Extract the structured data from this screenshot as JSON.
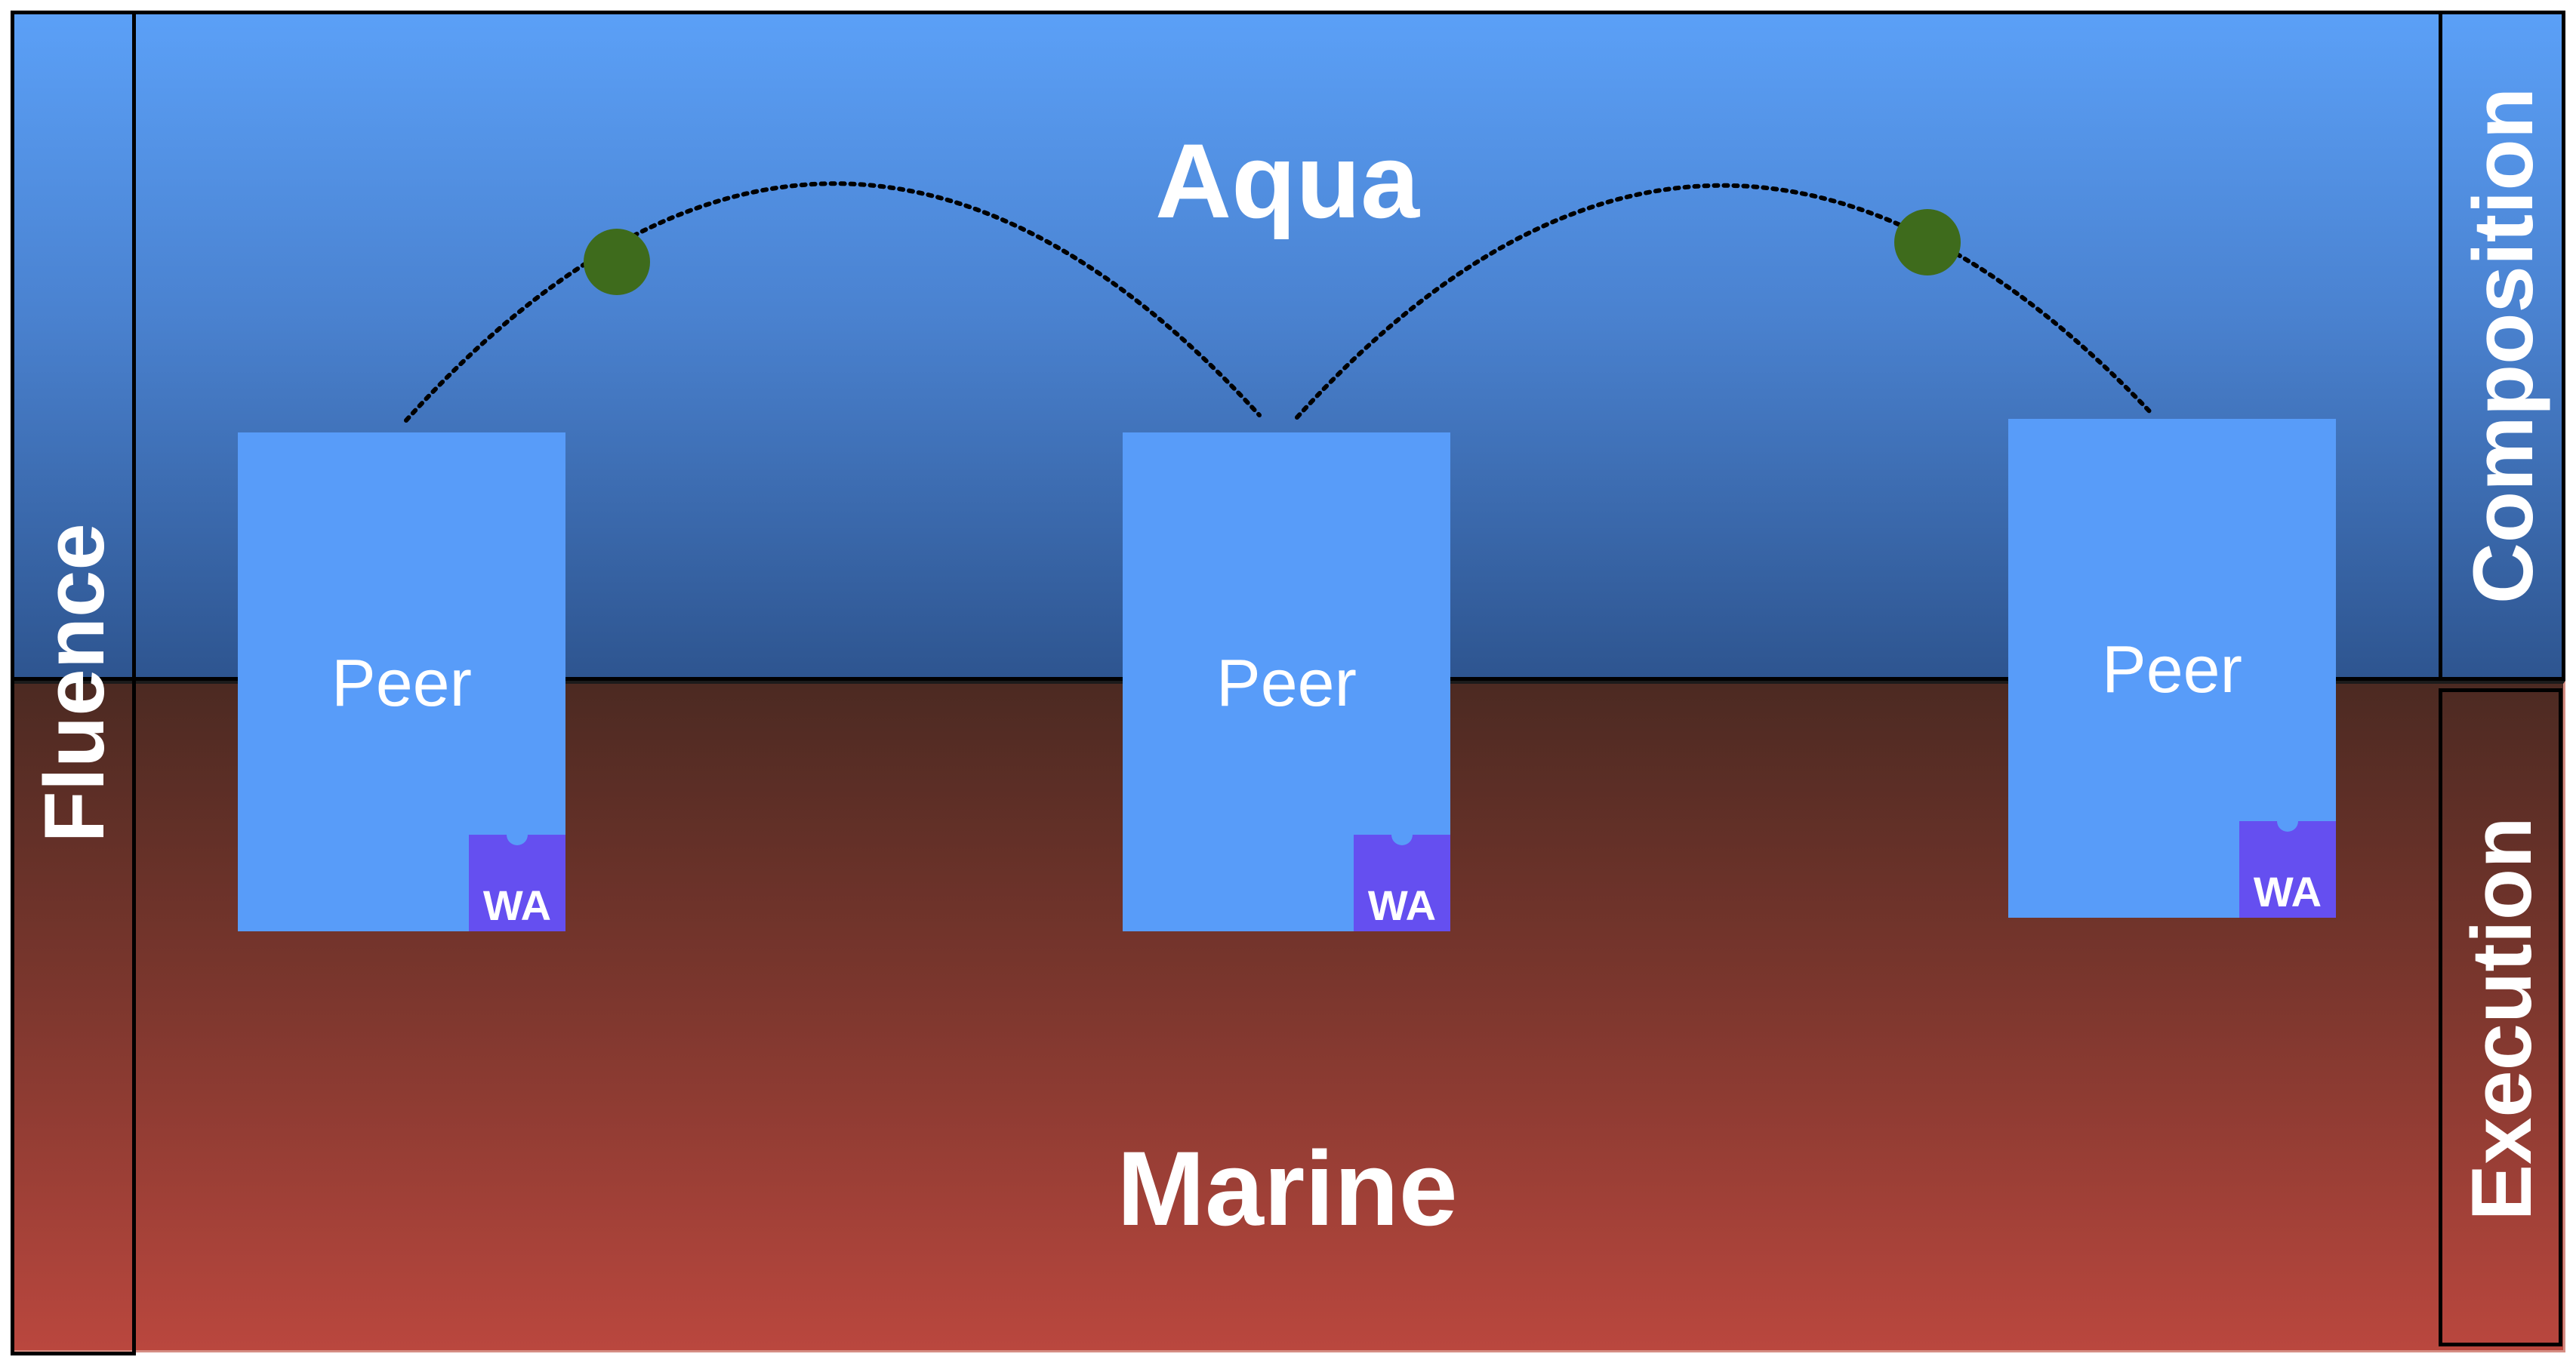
{
  "diagram": {
    "fluence_label": "Fluence",
    "composition_label": "Composition",
    "execution_label": "Execution",
    "aqua_title": "Aqua",
    "marine_title": "Marine",
    "peers": [
      {
        "label": "Peer",
        "badge": "WA"
      },
      {
        "label": "Peer",
        "badge": "WA"
      },
      {
        "label": "Peer",
        "badge": "WA"
      }
    ],
    "colors": {
      "aqua_top": "#5ba0f7",
      "aqua_bottom": "#2e5590",
      "marine_top": "#4c2a22",
      "marine_bottom": "#ba473e",
      "peer": "#589cf9",
      "webassembly_badge": "#654ff0",
      "connection_node": "#3e6b1c"
    },
    "connection_icon": "webassembly-badge-icon"
  }
}
